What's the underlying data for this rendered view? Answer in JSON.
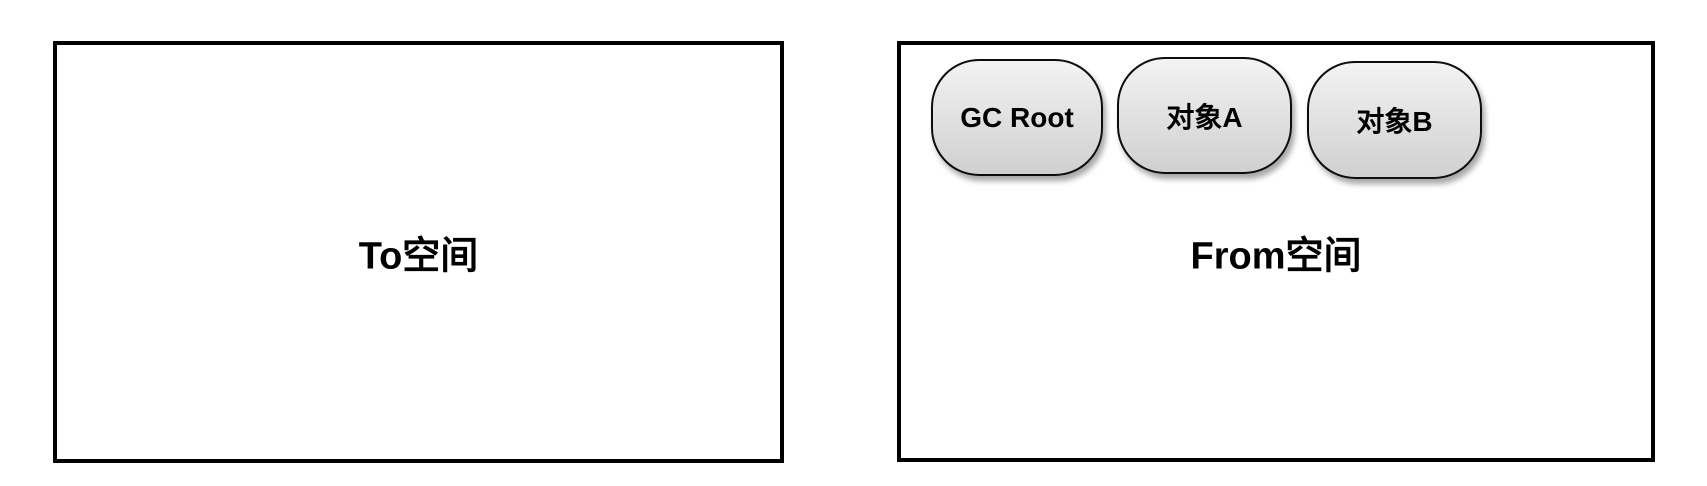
{
  "diagram": {
    "type": "gc-semispace-diagram",
    "to_space": {
      "label": "To空间",
      "objects": []
    },
    "from_space": {
      "label": "From空间",
      "objects": [
        {
          "label": "GC Root"
        },
        {
          "label": "对象A"
        },
        {
          "label": "对象B"
        }
      ]
    },
    "colors": {
      "background": "#ffffff",
      "box_border": "#000000",
      "box_fill": "#ffffff",
      "node_border": "#0d0d0d",
      "node_gradient_top": "#f3f3f3",
      "node_gradient_bottom": "#d0d0d0",
      "text": "#000000"
    }
  }
}
